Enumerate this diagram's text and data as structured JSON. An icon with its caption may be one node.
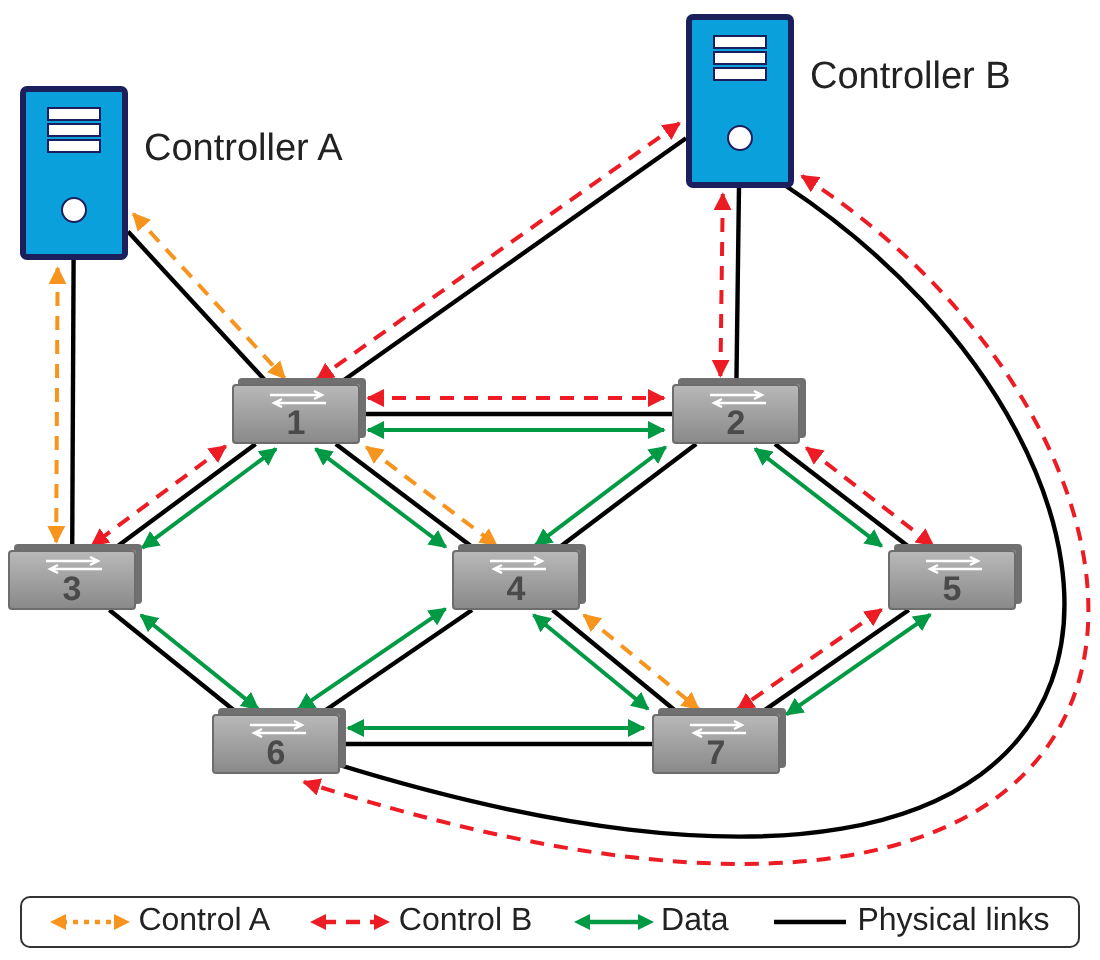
{
  "diagram": {
    "nodes": [
      {
        "text": [
          "Controller A"
        ]
      },
      {
        "text": [
          "Controller B"
        ]
      },
      {
        "text": [
          "1"
        ]
      },
      {
        "text": [
          "2"
        ]
      },
      {
        "text": [
          "3"
        ]
      },
      {
        "text": [
          "4"
        ]
      },
      {
        "text": [
          "5"
        ]
      },
      {
        "text": [
          "6"
        ]
      },
      {
        "text": [
          "7"
        ]
      }
    ],
    "edges": [
      {
        "from": 0,
        "to": 2,
        "arrow": "none"
      },
      {
        "from": 0,
        "to": 4,
        "arrow": "none"
      },
      {
        "from": 1,
        "to": 2,
        "arrow": "none"
      },
      {
        "from": 1,
        "to": 3,
        "arrow": "none"
      },
      {
        "from": 1,
        "to": 7,
        "arrow": "none"
      },
      {
        "from": 2,
        "to": 3,
        "arrow": "none"
      },
      {
        "from": 2,
        "to": 4,
        "arrow": "none"
      },
      {
        "from": 2,
        "to": 5,
        "arrow": "none"
      },
      {
        "from": 3,
        "to": 5,
        "arrow": "none"
      },
      {
        "from": 3,
        "to": 6,
        "arrow": "none"
      },
      {
        "from": 4,
        "to": 7,
        "arrow": "none"
      },
      {
        "from": 5,
        "to": 7,
        "arrow": "none"
      },
      {
        "from": 5,
        "to": 8,
        "arrow": "none"
      },
      {
        "from": 6,
        "to": 8,
        "arrow": "none"
      },
      {
        "from": 7,
        "to": 8,
        "arrow": "none"
      },
      {
        "from": 0,
        "to": 2,
        "arrow": "both",
        "style": "dashed",
        "color": "#f7941d"
      },
      {
        "from": 0,
        "to": 4,
        "arrow": "both",
        "style": "dashed",
        "color": "#f7941d"
      },
      {
        "from": 2,
        "to": 5,
        "arrow": "both",
        "style": "dashed",
        "color": "#f7941d"
      },
      {
        "from": 5,
        "to": 8,
        "arrow": "both",
        "style": "dashed",
        "color": "#f7941d"
      },
      {
        "from": 1,
        "to": 2,
        "arrow": "both",
        "style": "dashed",
        "color": "#ed1c24"
      },
      {
        "from": 1,
        "to": 3,
        "arrow": "both",
        "style": "dashed",
        "color": "#ed1c24"
      },
      {
        "from": 1,
        "to": 7,
        "arrow": "both",
        "style": "dashed",
        "color": "#ed1c24"
      },
      {
        "from": 2,
        "to": 3,
        "arrow": "both",
        "style": "dashed",
        "color": "#ed1c24"
      },
      {
        "from": 2,
        "to": 4,
        "arrow": "both",
        "style": "dashed",
        "color": "#ed1c24"
      },
      {
        "from": 3,
        "to": 6,
        "arrow": "both",
        "style": "dashed",
        "color": "#ed1c24"
      },
      {
        "from": 6,
        "to": 8,
        "arrow": "both",
        "style": "dashed",
        "color": "#ed1c24"
      },
      {
        "from": 2,
        "to": 3,
        "arrow": "both",
        "color": "#009a44"
      },
      {
        "from": 2,
        "to": 4,
        "arrow": "both",
        "color": "#009a44"
      },
      {
        "from": 2,
        "to": 5,
        "arrow": "both",
        "color": "#009a44"
      },
      {
        "from": 3,
        "to": 5,
        "arrow": "both",
        "color": "#009a44"
      },
      {
        "from": 3,
        "to": 6,
        "arrow": "both",
        "color": "#009a44"
      },
      {
        "from": 4,
        "to": 7,
        "arrow": "both",
        "color": "#009a44"
      },
      {
        "from": 5,
        "to": 7,
        "arrow": "both",
        "color": "#009a44"
      },
      {
        "from": 5,
        "to": 8,
        "arrow": "both",
        "color": "#009a44"
      },
      {
        "from": 6,
        "to": 8,
        "arrow": "both",
        "color": "#009a44"
      },
      {
        "from": 7,
        "to": 8,
        "arrow": "both",
        "color": "#009a44"
      }
    ],
    "legend": [
      {
        "text": "Control A"
      },
      {
        "text": "Control B"
      },
      {
        "text": "Data"
      },
      {
        "text": "Physical links"
      }
    ]
  }
}
